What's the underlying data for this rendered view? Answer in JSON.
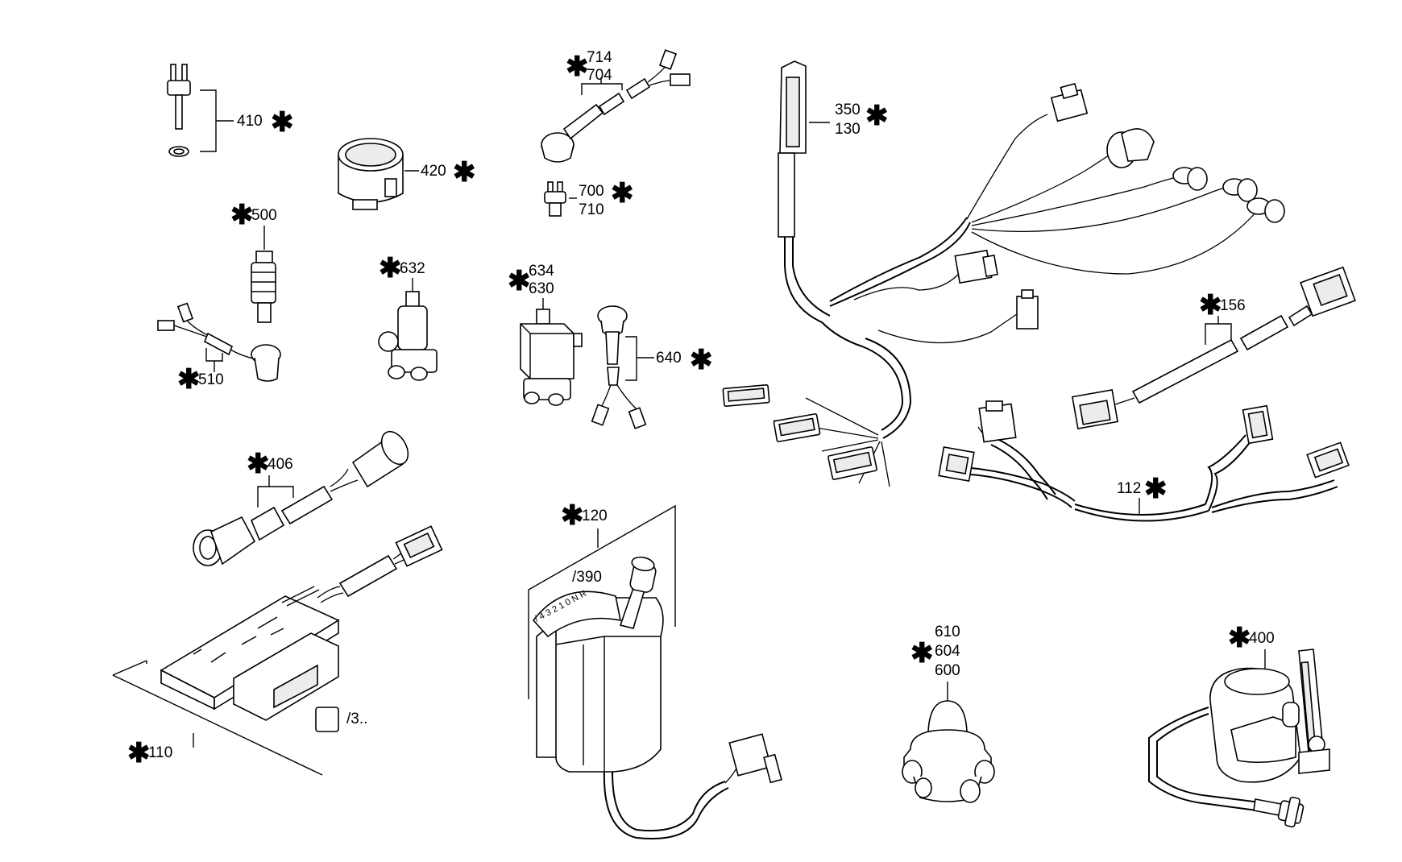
{
  "diagram": {
    "parts": [
      {
        "id": "p410",
        "labels": [
          "410"
        ],
        "star": true
      },
      {
        "id": "p420",
        "labels": [
          "420"
        ],
        "star": true
      },
      {
        "id": "p500",
        "labels": [
          "500"
        ],
        "star": true
      },
      {
        "id": "p510",
        "labels": [
          "510"
        ],
        "star": true
      },
      {
        "id": "p632",
        "labels": [
          "632"
        ],
        "star": true
      },
      {
        "id": "p714",
        "labels": [
          "714",
          "704"
        ],
        "star": true
      },
      {
        "id": "p700",
        "labels": [
          "700",
          "710"
        ],
        "star": true
      },
      {
        "id": "p634",
        "labels": [
          "634",
          "630"
        ],
        "star": true
      },
      {
        "id": "p640",
        "labels": [
          "640"
        ],
        "star": true
      },
      {
        "id": "p350",
        "labels": [
          "350",
          "130"
        ],
        "star": true
      },
      {
        "id": "p156",
        "labels": [
          "156"
        ],
        "star": true
      },
      {
        "id": "p406",
        "labels": [
          "406"
        ],
        "star": true
      },
      {
        "id": "p112",
        "labels": [
          "112"
        ],
        "star": true
      },
      {
        "id": "p120",
        "labels": [
          "120"
        ],
        "star": true
      },
      {
        "id": "p390",
        "labels": [
          "/390"
        ],
        "star": false
      },
      {
        "id": "p110",
        "labels": [
          "110"
        ],
        "star": true
      },
      {
        "id": "p3",
        "labels": [
          "/3.."
        ],
        "star": false
      },
      {
        "id": "p610",
        "labels": [
          "610",
          "604",
          "600"
        ],
        "star": true
      },
      {
        "id": "p400",
        "labels": [
          "400"
        ],
        "star": true
      }
    ],
    "star_symbol": "✱",
    "selector_marks": "/ 4 3 2 1 0 N R"
  }
}
